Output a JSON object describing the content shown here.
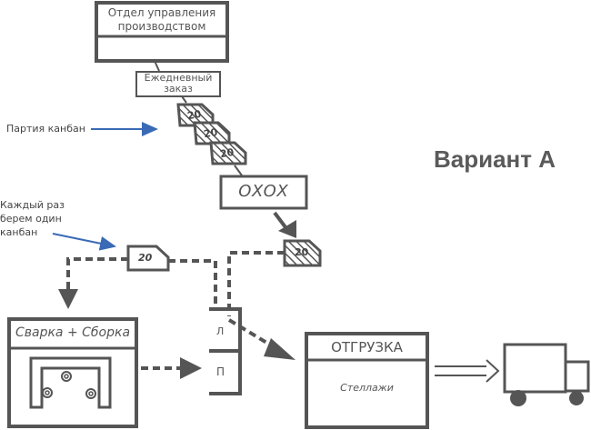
{
  "title": "Вариант А",
  "production_control": {
    "label": "Отдел управления производством"
  },
  "daily_order": {
    "label": "Ежедневный заказ"
  },
  "kanban_cards": {
    "batch_value": "20",
    "single_value": "20",
    "incoming_value": "20"
  },
  "annotations": {
    "batch": "Партия канбан",
    "each_time": "Каждый раз берем один канбан"
  },
  "oxox": {
    "label": "OXOX"
  },
  "welding": {
    "label": "Сварка + Сборка"
  },
  "storage": {
    "left_label": "Л",
    "right_label": "П"
  },
  "shipping": {
    "label": "ОТГРУЗКА",
    "content": "Стеллажи"
  },
  "colors": {
    "stroke": "#555555",
    "annotation_arrow": "#3a6ab5",
    "text": "#555555"
  }
}
